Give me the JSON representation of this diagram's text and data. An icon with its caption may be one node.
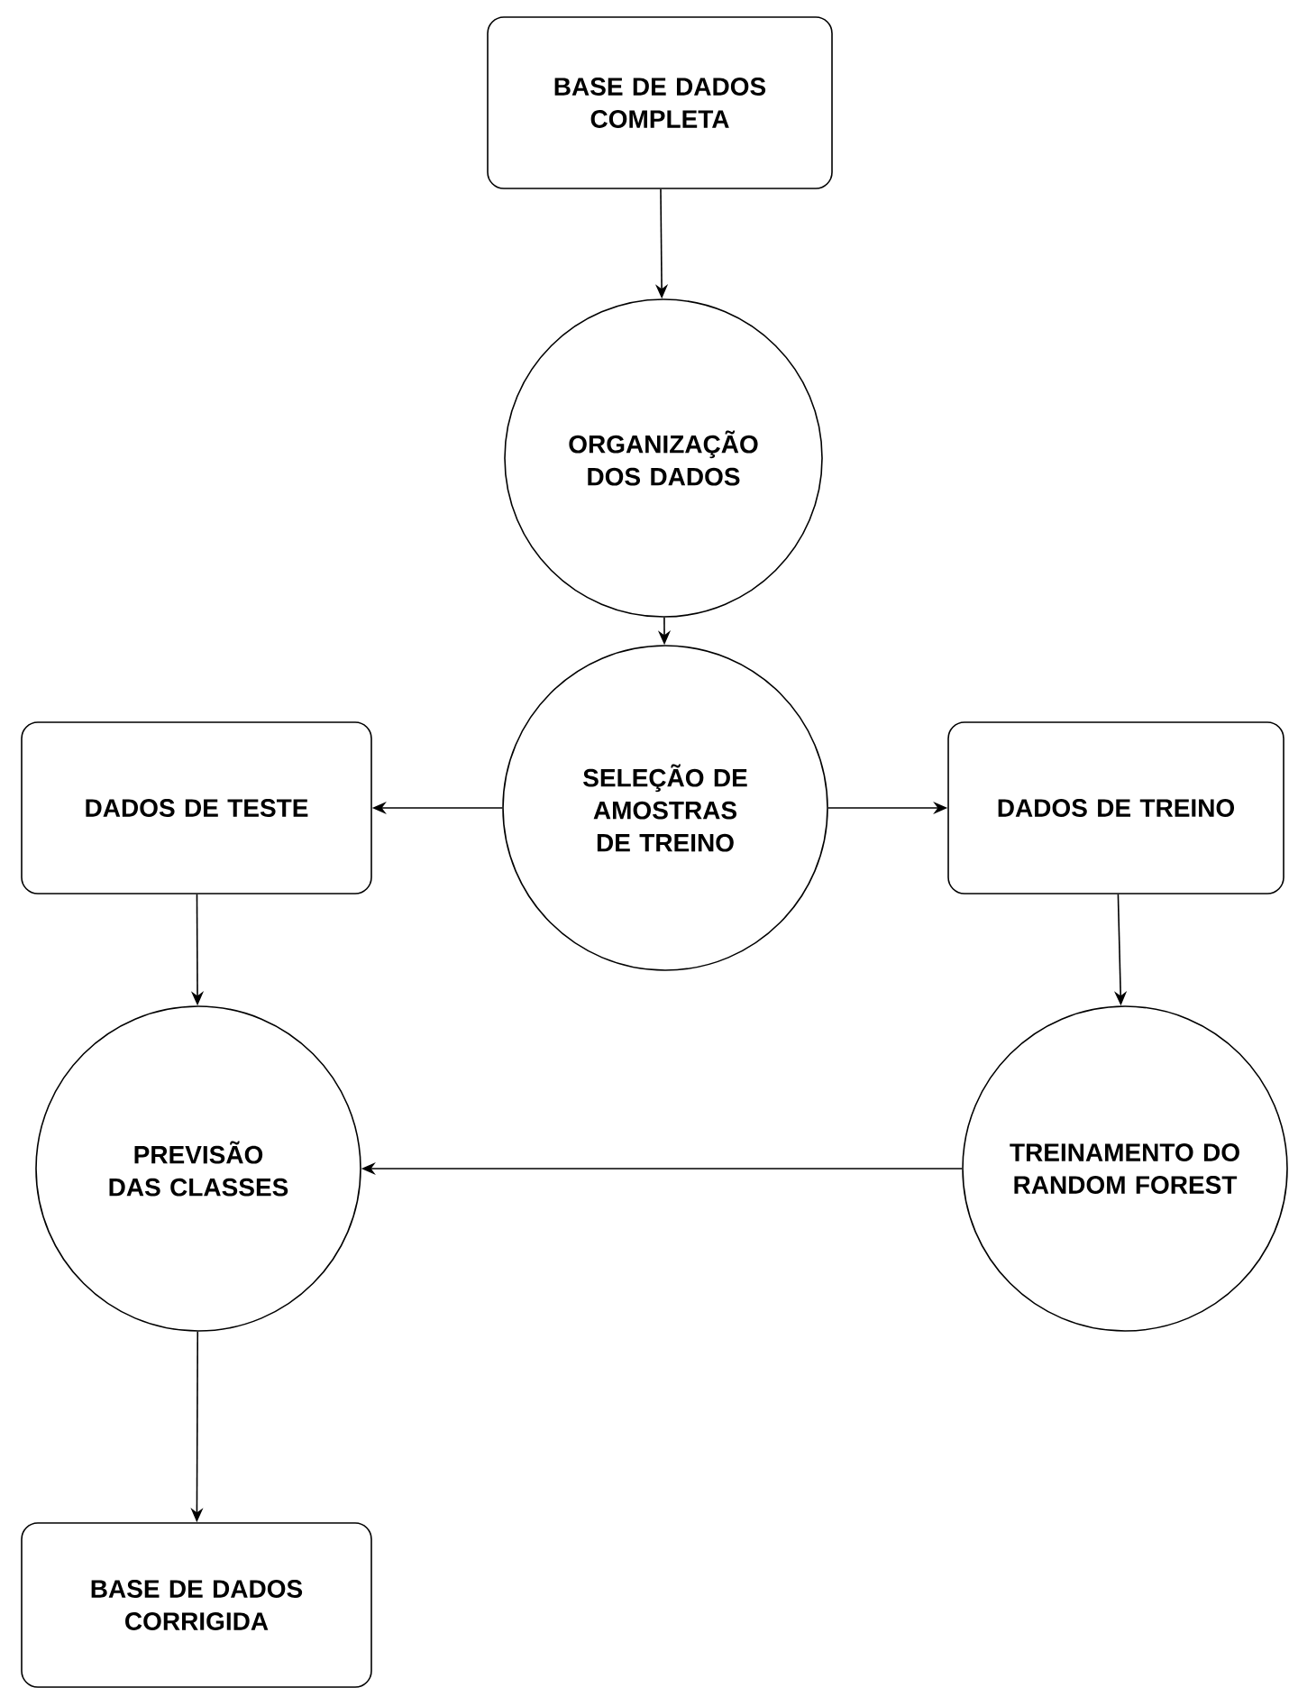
{
  "diagram": {
    "nodes": [
      {
        "text": [
          "BASE DE DADOS COMPLETA"
        ]
      },
      {
        "text": [
          "ORGANIZAÇÃO DOS DADOS"
        ]
      },
      {
        "text": [
          "SELEÇÃO DE AMOSTRAS DE TREINO"
        ]
      },
      {
        "text": [
          "DADOS DE TESTE"
        ]
      },
      {
        "text": [
          "DADOS DE TREINO"
        ]
      },
      {
        "text": [
          "PREVISÃO DAS CLASSES"
        ]
      },
      {
        "text": [
          "TREINAMENTO DO RANDOM FOREST"
        ]
      },
      {
        "text": [
          "BASE DE DADOS CORRIGIDA"
        ]
      }
    ],
    "edges": [
      {
        "from": 0,
        "to": 1,
        "arrow": "to"
      },
      {
        "from": 1,
        "to": 2,
        "arrow": "to"
      },
      {
        "from": 2,
        "to": 3,
        "arrow": "to"
      },
      {
        "from": 2,
        "to": 4,
        "arrow": "to"
      },
      {
        "from": 3,
        "to": 5,
        "arrow": "to"
      },
      {
        "from": 4,
        "to": 6,
        "arrow": "to"
      },
      {
        "from": 6,
        "to": 5,
        "arrow": "to"
      },
      {
        "from": 5,
        "to": 7,
        "arrow": "to"
      }
    ]
  }
}
